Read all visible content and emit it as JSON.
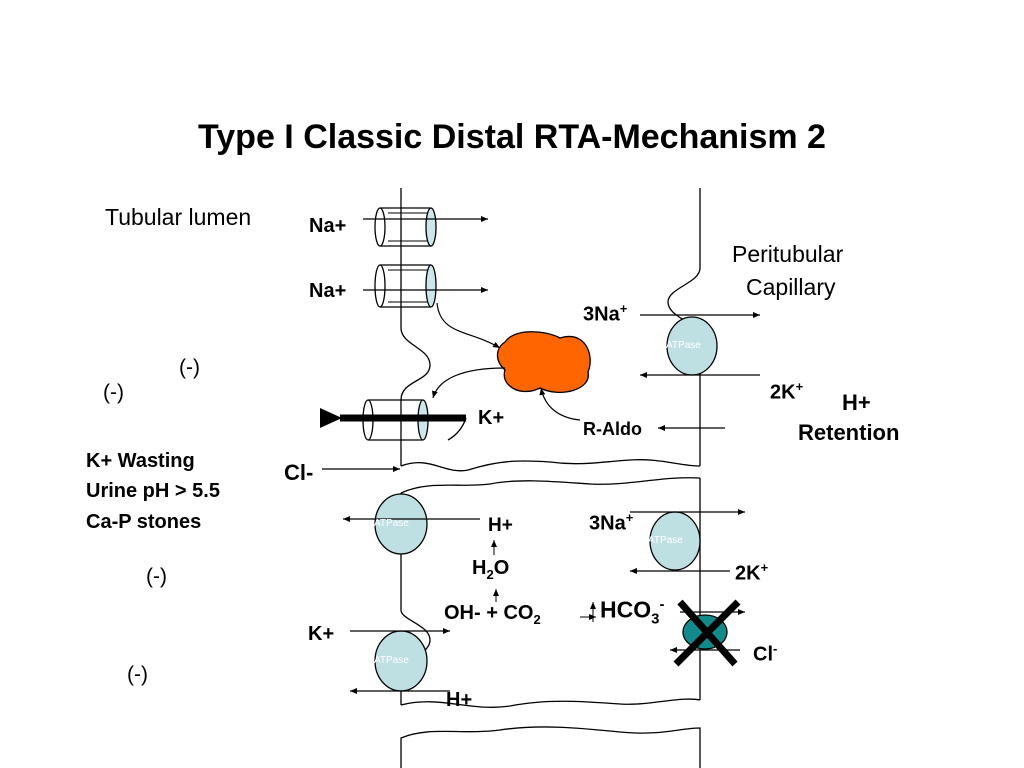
{
  "title": "Type I Classic Distal RTA-Mechanism 2",
  "labels": {
    "tubular_lumen": "Tubular lumen",
    "peritubular": "Peritubular",
    "capillary": "Capillary",
    "na_top": "Na+",
    "na_second": "Na+",
    "na3_top": "3Na",
    "na3_top_sup": "+",
    "k2_top": "2K",
    "k2_top_sup": "+",
    "h_plus": "H+",
    "retention": "Retention",
    "k_plus_mid": "K+",
    "r_aldo": "R-Aldo",
    "cl_minus": "Cl-",
    "k_wasting": "K+ Wasting",
    "urine_ph": "Urine pH > 5.5",
    "ca_p": "Ca-P stones",
    "h_plus_lower": "H+",
    "na3_lower": "3Na",
    "na3_lower_sup": "+",
    "h2o_h": "H",
    "h2o_sub": "2",
    "h2o_o": "O",
    "k2_lower": "2K",
    "k2_lower_sup": "+",
    "reaction_left": "OH- + CO",
    "co2_sub": "2",
    "hco3": "HCO",
    "hco3_sub": "3",
    "hco3_sup": "-",
    "k_plus_lower": "K+",
    "cl_lower": "Cl",
    "cl_lower_sup": "-",
    "h_plus_bottom": "H+",
    "neg1": "(-)",
    "neg2": "(-)",
    "neg3": "(-)",
    "neg4": "(-)"
  },
  "atpase": [
    "ATPase",
    "ATPase",
    "ATPase",
    "ATPase"
  ],
  "colors": {
    "channel_fill": "#cce7ea",
    "atpase_fill": "#bfe0e3",
    "aldo_fill": "#ff6600",
    "exchanger_fill": "#108a8a",
    "ink": "#000000"
  }
}
